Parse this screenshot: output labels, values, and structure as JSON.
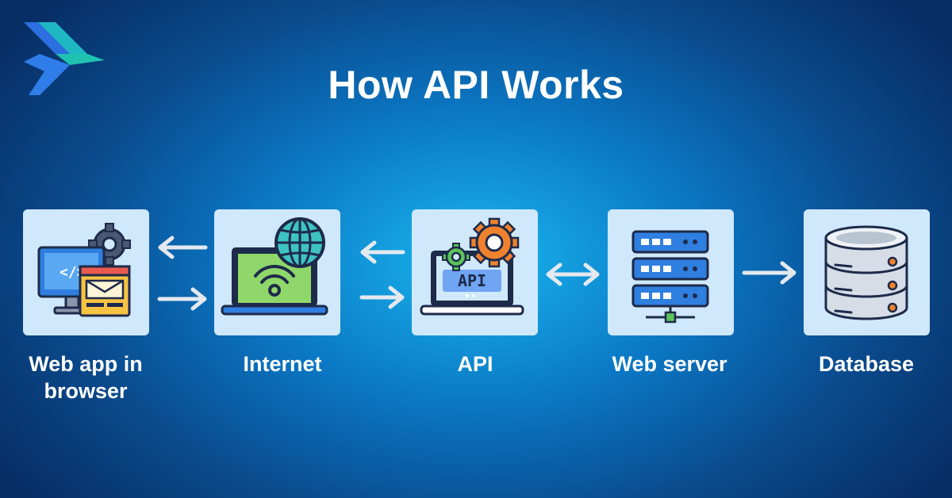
{
  "title": "How API Works",
  "colors": {
    "bg_center": "#19b6ee",
    "bg_edge": "#072f66",
    "card": "#cfe8fb",
    "arrow": "#e4e9ef",
    "outline": "#1e2a4a",
    "screen_blue": "#2f7fe0",
    "laptop_green": "#8fd76a",
    "gear_orange": "#f0822e",
    "server_blue": "#2f7fe0",
    "database_gray": "#d6dde6"
  },
  "nodes": [
    {
      "id": "web-app",
      "label_lines": [
        "Web app in",
        "browser"
      ],
      "icon": "desktop-browser-icon"
    },
    {
      "id": "internet",
      "label_lines": [
        "Internet"
      ],
      "icon": "laptop-globe-icon"
    },
    {
      "id": "api",
      "label_lines": [
        "API"
      ],
      "icon": "laptop-api-icon",
      "screen_text": "API"
    },
    {
      "id": "web-server",
      "label_lines": [
        "Web server"
      ],
      "icon": "server-rack-icon"
    },
    {
      "id": "database",
      "label_lines": [
        "Database"
      ],
      "icon": "database-icon"
    }
  ],
  "edges": [
    {
      "from": "internet",
      "to": "web-app"
    },
    {
      "from": "web-app",
      "to": "internet"
    },
    {
      "from": "api",
      "to": "internet"
    },
    {
      "from": "internet",
      "to": "api"
    },
    {
      "from": "api",
      "to": "web-server",
      "bidirectional": true
    },
    {
      "from": "web-server",
      "to": "database"
    }
  ]
}
